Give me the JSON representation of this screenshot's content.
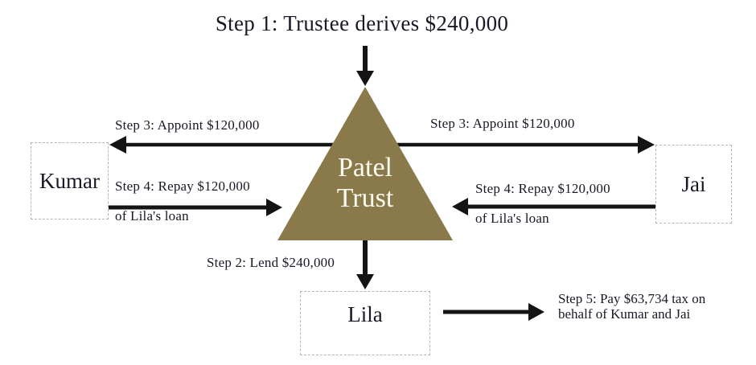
{
  "title": "Step 1: Trustee derives $240,000",
  "trust": {
    "name_line1": "Patel",
    "name_line2": "Trust"
  },
  "entities": {
    "kumar": "Kumar",
    "jai": "Jai",
    "lila": "Lila"
  },
  "labels": {
    "step3_left": "Step 3: Appoint $120,000",
    "step3_right": "Step 3: Appoint $120,000",
    "step4_left_line1": "Step 4: Repay $120,000",
    "step4_left_line2": "of Lila's loan",
    "step4_right_line1": "Step 4: Repay $120,000",
    "step4_right_line2": "of Lila's loan",
    "step2": "Step 2: Lend $240,000",
    "step5_line1": "Step 5: Pay $63,734 tax on",
    "step5_line2": "behalf of Kumar and Jai"
  },
  "colors": {
    "triangle": "#8a7a4b",
    "triangle_text": "#fcfaef",
    "arrow": "#141414",
    "text": "#181826",
    "box_border": "#b5b5b5",
    "background": "#ffffff"
  }
}
